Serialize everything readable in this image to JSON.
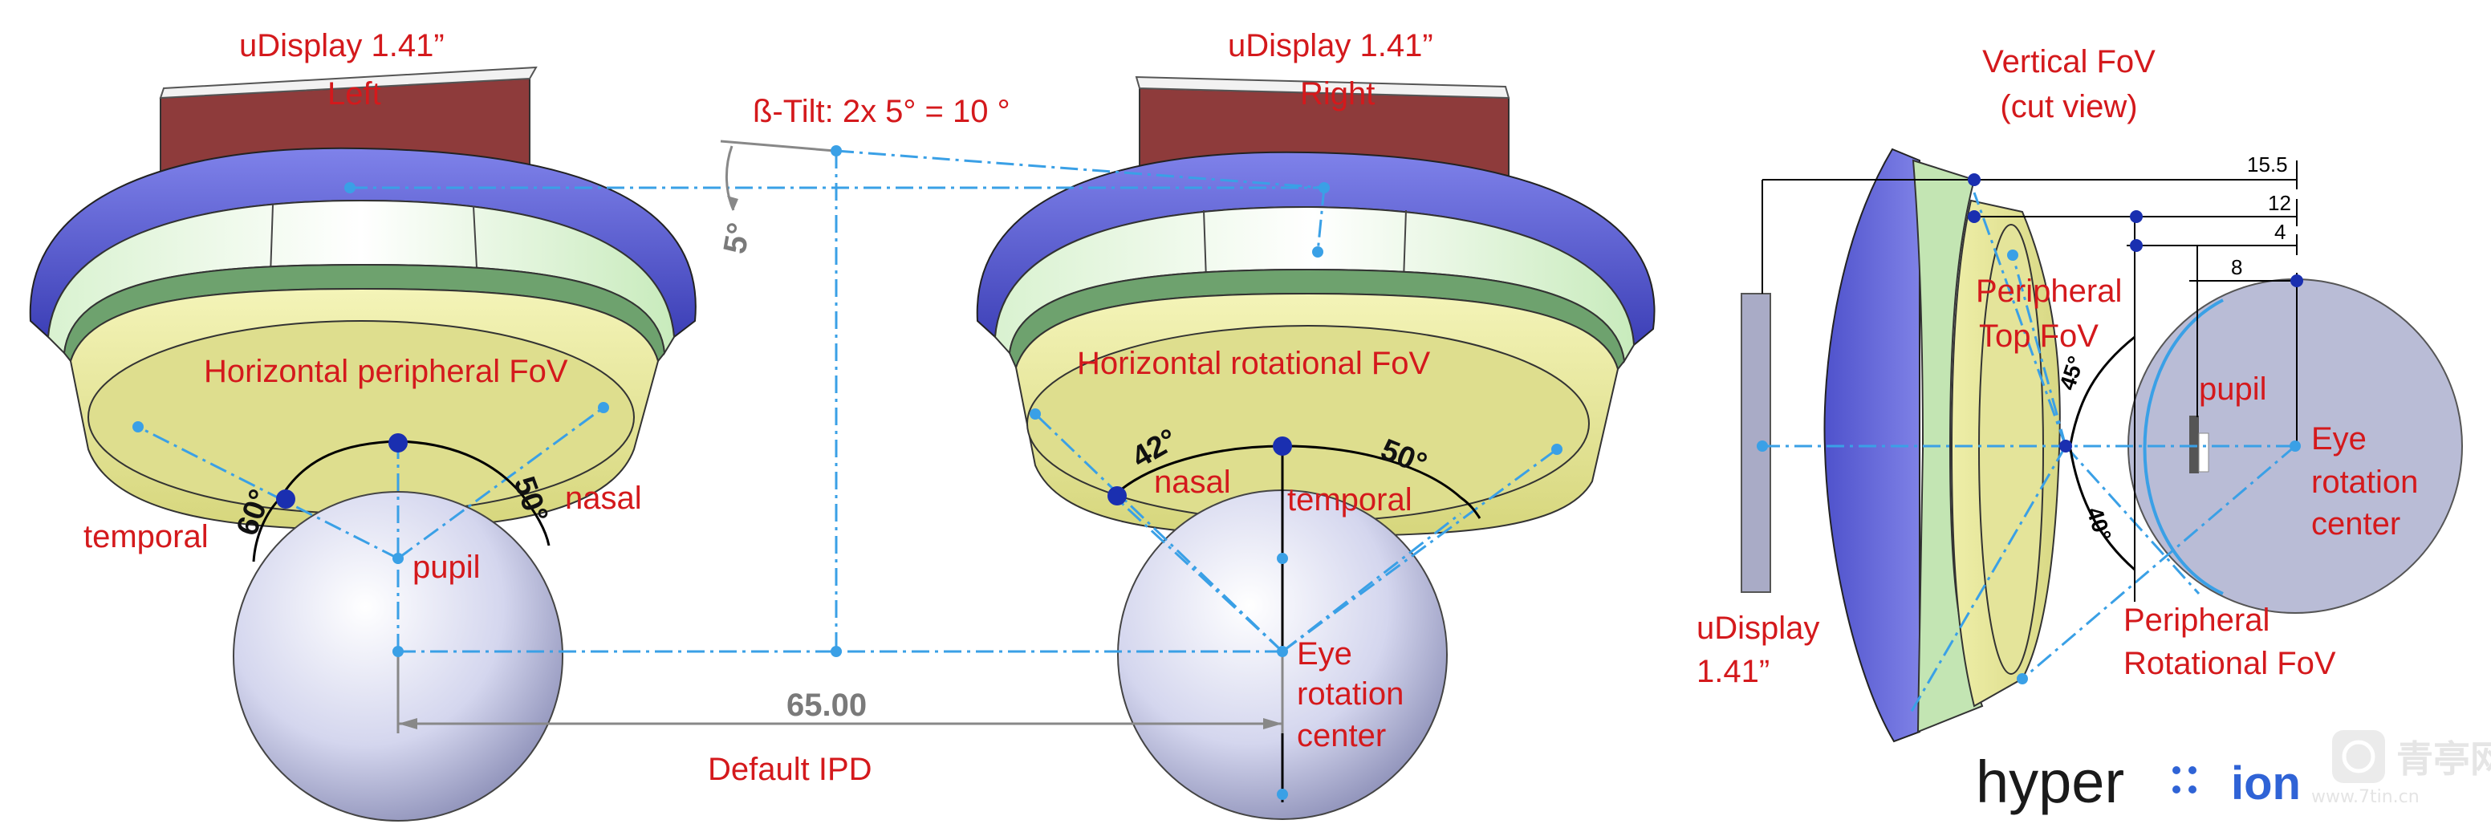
{
  "left_view": {
    "display_title_line1": "uDisplay 1.41”",
    "display_title_line2": "Left",
    "fov_label": "Horizontal peripheral FoV",
    "temporal_label": "temporal",
    "nasal_label": "nasal",
    "pupil_label": "pupil",
    "angle_temporal": "60°",
    "angle_nasal": "50°"
  },
  "right_view": {
    "display_title_line1": "uDisplay 1.41”",
    "display_title_line2": "Right",
    "fov_label": "Horizontal rotational FoV",
    "nasal_label": "nasal",
    "temporal_label": "temporal",
    "angle_nasal": "42°",
    "angle_temporal": "50°",
    "eye_line1": "Eye",
    "eye_line2": "rotation",
    "eye_line3": "center"
  },
  "center": {
    "tilt_label": "ß-Tilt: 2x 5° = 10 °",
    "tilt_angle": "5°",
    "ipd_value": "65.00",
    "ipd_label": "Default IPD"
  },
  "cut_view": {
    "title_line1": "Vertical FoV",
    "title_line2": "(cut view)",
    "dims": [
      "15.5",
      "12",
      "4",
      "8"
    ],
    "peripheral_top_line1": "Peripheral",
    "peripheral_top_line2": "Top FoV",
    "pupil_label": "pupil",
    "eye_line1": "Eye",
    "eye_line2": "rotation",
    "eye_line3": "center",
    "display_line1": "uDisplay",
    "display_line2": "1.41”",
    "peripheral_rot_line1": "Peripheral",
    "peripheral_rot_line2": "Rotational FoV",
    "angle_up": "45°",
    "angle_down": "40°"
  },
  "branding": {
    "logo_text_a": "hyper",
    "logo_text_b": "ion",
    "watermark_cn": "青亭网",
    "watermark_url": "www.7tin.cn"
  },
  "colors": {
    "label_red": "#d4191c",
    "lens_blue": "#6b6ee0",
    "lens_green": "#bfe6b0",
    "lens_yellow": "#e8e89a",
    "display_brown": "#8e3b3b",
    "eye_gray": "#b9bcd6",
    "centerline_blue": "#3aa0e6"
  }
}
